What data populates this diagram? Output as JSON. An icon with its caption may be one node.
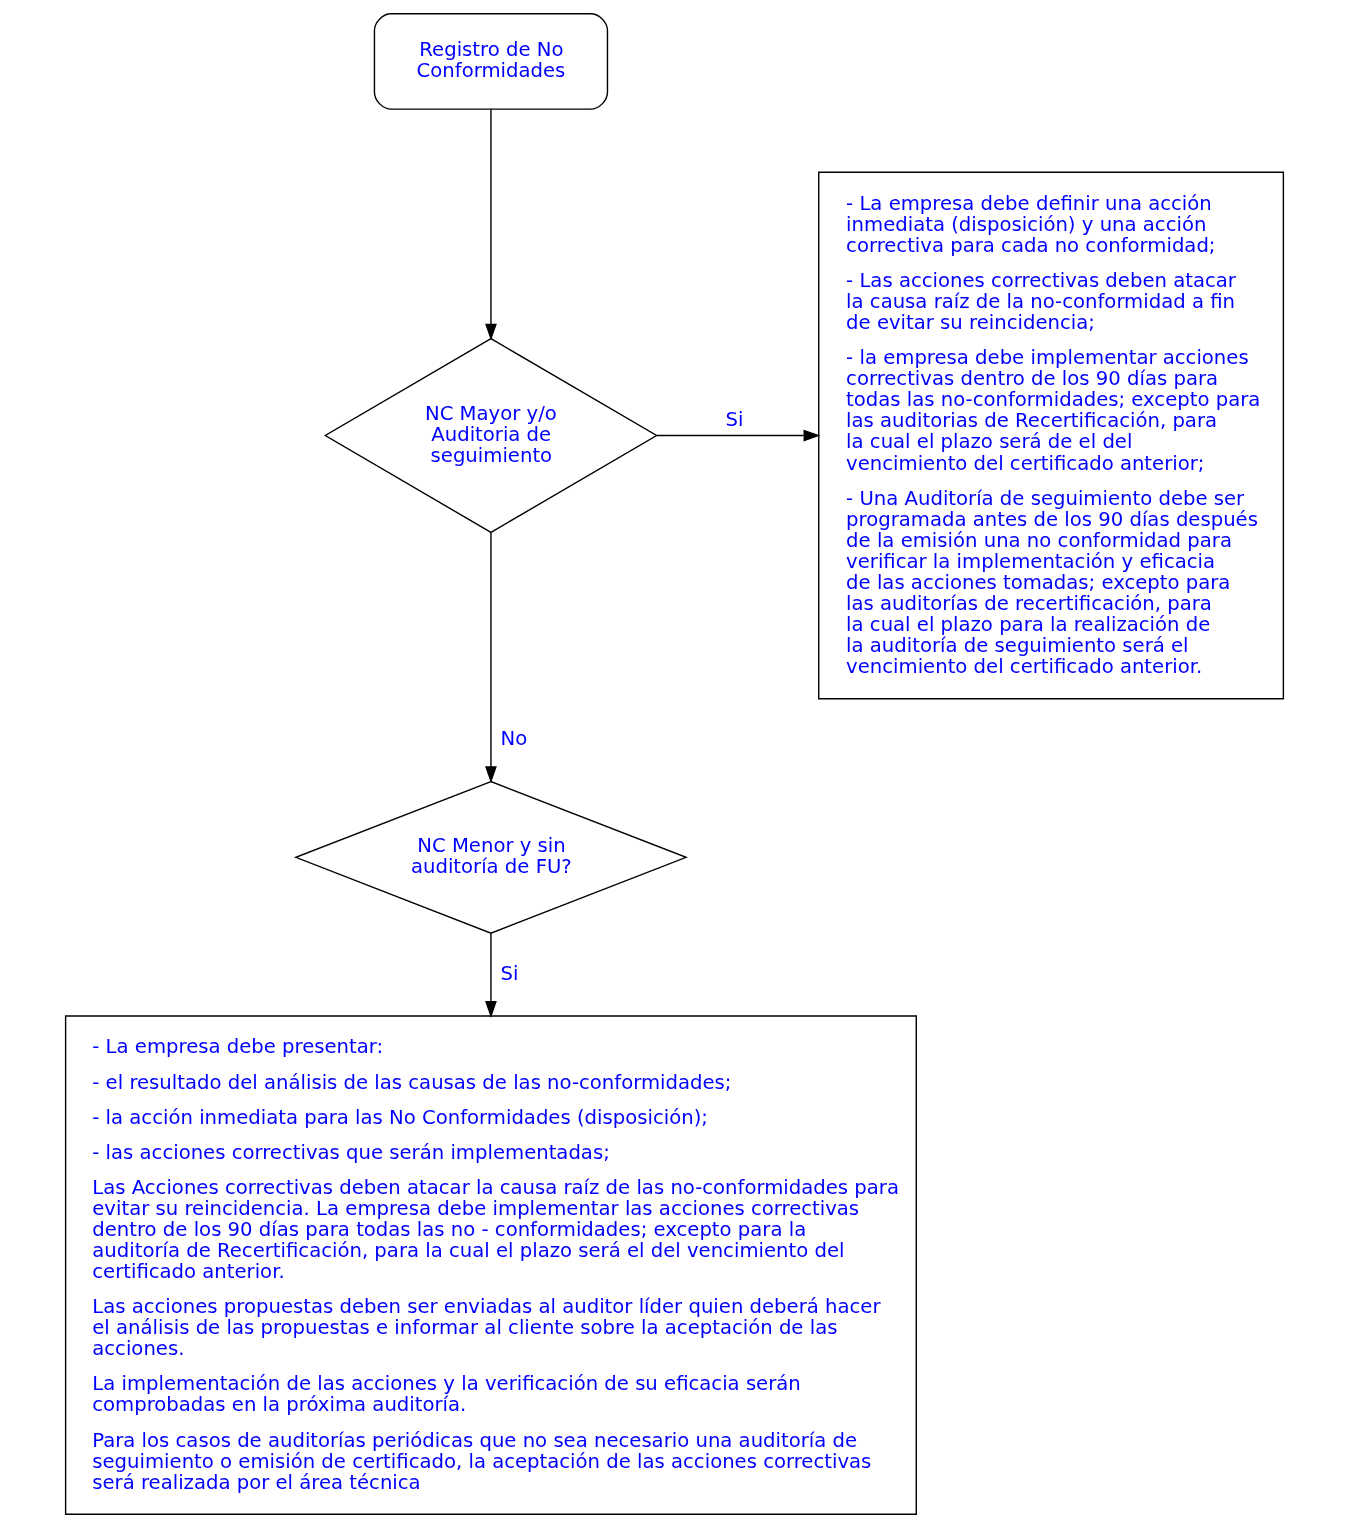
{
  "diagram": {
    "nodes": [
      {
        "text": [
          "Registro de No Conformidades"
        ]
      },
      {
        "text": [
          "NC Mayor y/o Auditoria de seguimiento"
        ]
      },
      {
        "text": [
          "NC Menor y sin auditoría de FU?"
        ]
      },
      {
        "text": [
          "- La empresa debe definir una acción inmediata (disposición) y una acción correctiva para cada no conformidad;",
          "- Las acciones correctivas deben atacar la causa raíz de la no-conformidad a fin de evitar su reincidencia;",
          "- la empresa debe implementar acciones correctivas dentro de los 90 días para todas las no-conformidades; excepto para las auditorias de Recertificación, para la cual el plazo será de el del vencimiento del certificado anterior;",
          "- Una Auditoría de seguimiento debe ser programada antes de los 90 días después de la emisión una no conformidad para verificar la implementación y eficacia de las acciones tomadas; excepto para las auditorías de recertificación, para la cual el plazo para la realización de la auditoría de seguimiento será el vencimiento del certificado anterior."
        ]
      },
      {
        "text": [
          "- La empresa debe presentar:",
          "- el resultado del análisis de las causas de las no-conformidades;",
          "- la acción inmediata para las No Conformidades (disposición);",
          "- las acciones correctivas que serán implementadas;",
          "Las Acciones correctivas deben atacar la causa raíz de las no-conformidades para evitar su reincidencia. La empresa debe implementar las acciones correctivas dentro de los 90 días para todas las no - conformidades; excepto para la auditoría de Recertificación, para la cual el plazo será el del vencimiento del certificado anterior.",
          "Las acciones propuestas deben ser enviadas al auditor líder quien deberá hacer el análisis de las propuestas e informar al cliente sobre la aceptación de las acciones.",
          "La implementación de las acciones y la verificación de su eficacia serán comprobadas en la próxima auditoría.",
          "Para los casos de auditorías periódicas que no sea necesario una auditoría de seguimiento o emisión de certificado, la aceptación de las acciones correctivas será realizada por el área técnica"
        ]
      }
    ],
    "edges": [
      {
        "from": 0,
        "to": 1,
        "arrow": "to"
      },
      {
        "from": 1,
        "to": 3,
        "arrow": "to",
        "label": "Si"
      },
      {
        "from": 1,
        "to": 2,
        "arrow": "to",
        "label": "No"
      },
      {
        "from": 2,
        "to": 4,
        "arrow": "to",
        "label": "Si"
      }
    ]
  }
}
